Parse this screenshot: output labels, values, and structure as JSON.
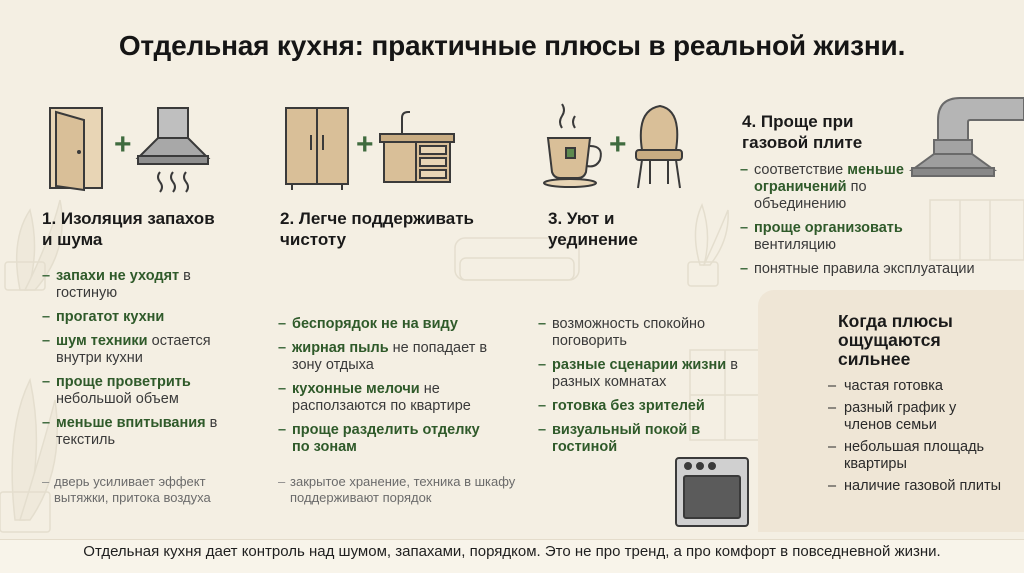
{
  "title": "Отдельная кухня: практичные плюсы в реальной жизни.",
  "sections": [
    {
      "title": "1. Изоляция запахов\nи шума",
      "items": [
        {
          "b": "запахи не уходят",
          "t": " в гостиную"
        },
        {
          "b": "прогатот кухни",
          "t": ""
        },
        {
          "b": "шум техники",
          "t": " остается внутри кухни"
        },
        {
          "b": "проще проветрить",
          "t": " небольшой объем"
        },
        {
          "b": "меньше впитывания",
          "t": " в текстиль"
        }
      ],
      "note": "дверь усиливает эффект вытяжки, притока воздуха",
      "icons": [
        "door-icon",
        "range-hood-icon"
      ]
    },
    {
      "title": "2. Легче поддерживать\nчистоту",
      "items": [
        {
          "b": "беспорядок не на виду",
          "t": ""
        },
        {
          "b": "жирная пыль",
          "t": " не попадает в зону отдыха"
        },
        {
          "b": "кухонные мелочи",
          "t": " не расползаются по квартире"
        },
        {
          "b": "проще разделить отделку по зонам",
          "t": ""
        }
      ],
      "note": "закрытое хранение, техника в шкафу поддерживают порядок",
      "icons": [
        "cabinet-icon",
        "sink-counter-icon"
      ]
    },
    {
      "title": "3. Уют и\nуединение",
      "items": [
        {
          "b": "",
          "t": "возможность спокойно поговорить"
        },
        {
          "b": "разные сценарии жизни",
          "t": " в разных комнатах"
        },
        {
          "b": "готовка без зрителей",
          "t": ""
        },
        {
          "b": "визуальный покой в гостиной",
          "t": ""
        }
      ],
      "icons": [
        "tea-cup-icon",
        "chair-icon"
      ]
    },
    {
      "title": "4. Проще при\nгазовой плите",
      "items": [
        {
          "b": "",
          "t": "соответствие ",
          "b2": "меньше ограничений",
          "t2": " по объединению"
        },
        {
          "b": "проще организовать",
          "t": " вентиляцию"
        },
        {
          "b": "",
          "t": "понятные правила эксплуатации"
        }
      ],
      "icons": [
        "vent-duct-icon"
      ]
    }
  ],
  "when": {
    "title": "Когда плюсы\nощущаются\nсильнее",
    "items": [
      "частая готовка",
      "разный график у членов семьи",
      "небольшая площадь квартиры",
      "наличие газовой плиты"
    ],
    "icon": "checklist-icon"
  },
  "plus_sign": "+",
  "footer": "Отдельная кухня дает контроль над шумом, запахами, порядком. Это не про тренд, а про комфорт в повседневной жизни.",
  "colors": {
    "background": "#f4efe3",
    "accent_green": "#3f6b3f",
    "wood": "#d9bf98",
    "stroke": "#3a3a3a"
  }
}
